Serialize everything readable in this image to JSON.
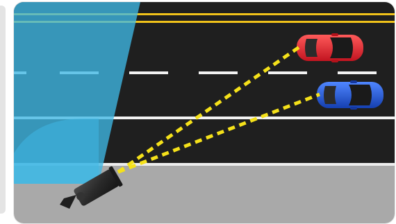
{
  "scene": {
    "description_key": "speed-camera-illustration",
    "colors": {
      "asphalt": "#1f1f1f",
      "sidewalk": "#a9a9a9",
      "lane_line_white": "#f2f2f2",
      "center_line_yellow": "#f0c21a",
      "detection_field": "#3fb8e6",
      "beam": "#f5e11a",
      "car_red": "#e0212a",
      "car_blue": "#1f57d6",
      "camera_body": "#2a2a2a"
    },
    "objects": {
      "vehicles": [
        "red-car",
        "blue-car"
      ],
      "device": "speed-camera"
    }
  }
}
